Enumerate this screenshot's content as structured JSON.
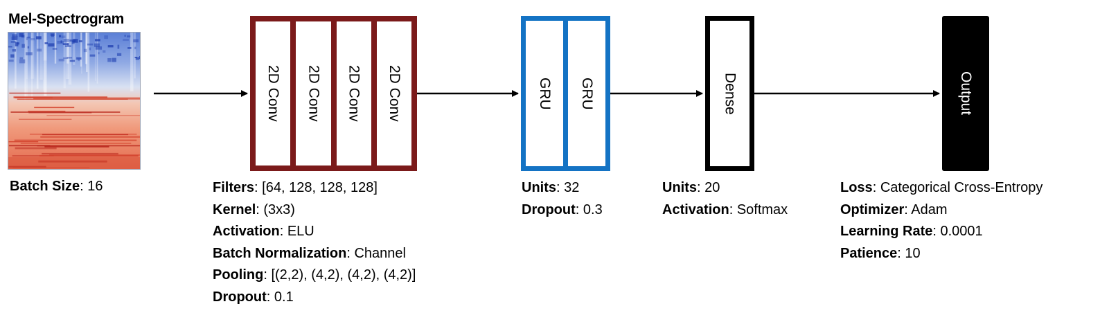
{
  "input": {
    "title": "Mel-Spectrogram",
    "params": [
      {
        "key": "Batch Size",
        "value": "16"
      }
    ]
  },
  "conv": {
    "layers": [
      "2D Conv",
      "2D Conv",
      "2D Conv",
      "2D Conv"
    ],
    "color": "#7b1a1a",
    "params": [
      {
        "key": "Filters",
        "value": "[64, 128, 128, 128]"
      },
      {
        "key": "Kernel",
        "value": "(3x3)"
      },
      {
        "key": "Activation",
        "value": "ELU"
      },
      {
        "key": "Batch Normalization",
        "value": "Channel"
      },
      {
        "key": "Pooling",
        "value": "[(2,2), (4,2), (4,2), (4,2)]"
      },
      {
        "key": "Dropout",
        "value": "0.1"
      }
    ]
  },
  "gru": {
    "layers": [
      "GRU",
      "GRU"
    ],
    "color": "#1473c4",
    "params": [
      {
        "key": "Units",
        "value": "32"
      },
      {
        "key": "Dropout",
        "value": "0.3"
      }
    ]
  },
  "dense": {
    "layers": [
      "Dense"
    ],
    "color": "#000000",
    "params": [
      {
        "key": "Units",
        "value": "20"
      },
      {
        "key": "Activation",
        "value": "Softmax"
      }
    ]
  },
  "output": {
    "label": "Output",
    "color": "#000000",
    "params": [
      {
        "key": "Loss",
        "value": "Categorical Cross-Entropy"
      },
      {
        "key": "Optimizer",
        "value": "Adam"
      },
      {
        "key": "Learning Rate",
        "value": "0.0001"
      },
      {
        "key": "Patience",
        "value": "10"
      }
    ]
  }
}
